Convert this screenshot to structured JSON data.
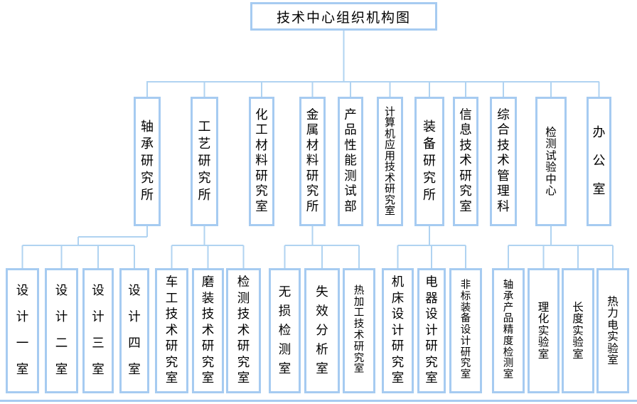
{
  "title": "技术中心组织机构图",
  "colors": {
    "box_border": "#a6cbf1",
    "connector": "#b0d3f1",
    "background": "#ffffff",
    "text": "#000000"
  },
  "nodes": {
    "root": {
      "label": "技术中心组织机构图"
    },
    "departments": [
      {
        "label": "轴承研究所",
        "children": [
          "设计一室",
          "设计二室",
          "设计三室",
          "设计四室"
        ]
      },
      {
        "label": "工艺研究所",
        "children": [
          "车工技术研究室",
          "磨装技术研究室",
          "检测技术研究室"
        ]
      },
      {
        "label": "化工材料研究室",
        "children": []
      },
      {
        "label": "金属材料研究所",
        "children": [
          "无损检测室",
          "失效分析室",
          "热加工技术研究室"
        ]
      },
      {
        "label": "产品性能测试部",
        "children": []
      },
      {
        "label": "计算机应用技术研究室",
        "children": []
      },
      {
        "label": "装备研究所",
        "children": [
          "机床设计研究室",
          "电器设计研究室",
          "非标装备设计研究室"
        ]
      },
      {
        "label": "信息技术研究室",
        "children": []
      },
      {
        "label": "综合技术管理科",
        "children": []
      },
      {
        "label": "检测试验中心",
        "children": [
          "轴承产品精度检测室",
          "理化实验室",
          "长度实验室",
          "热力电实验室"
        ]
      },
      {
        "label": "办公室",
        "children": []
      }
    ]
  }
}
